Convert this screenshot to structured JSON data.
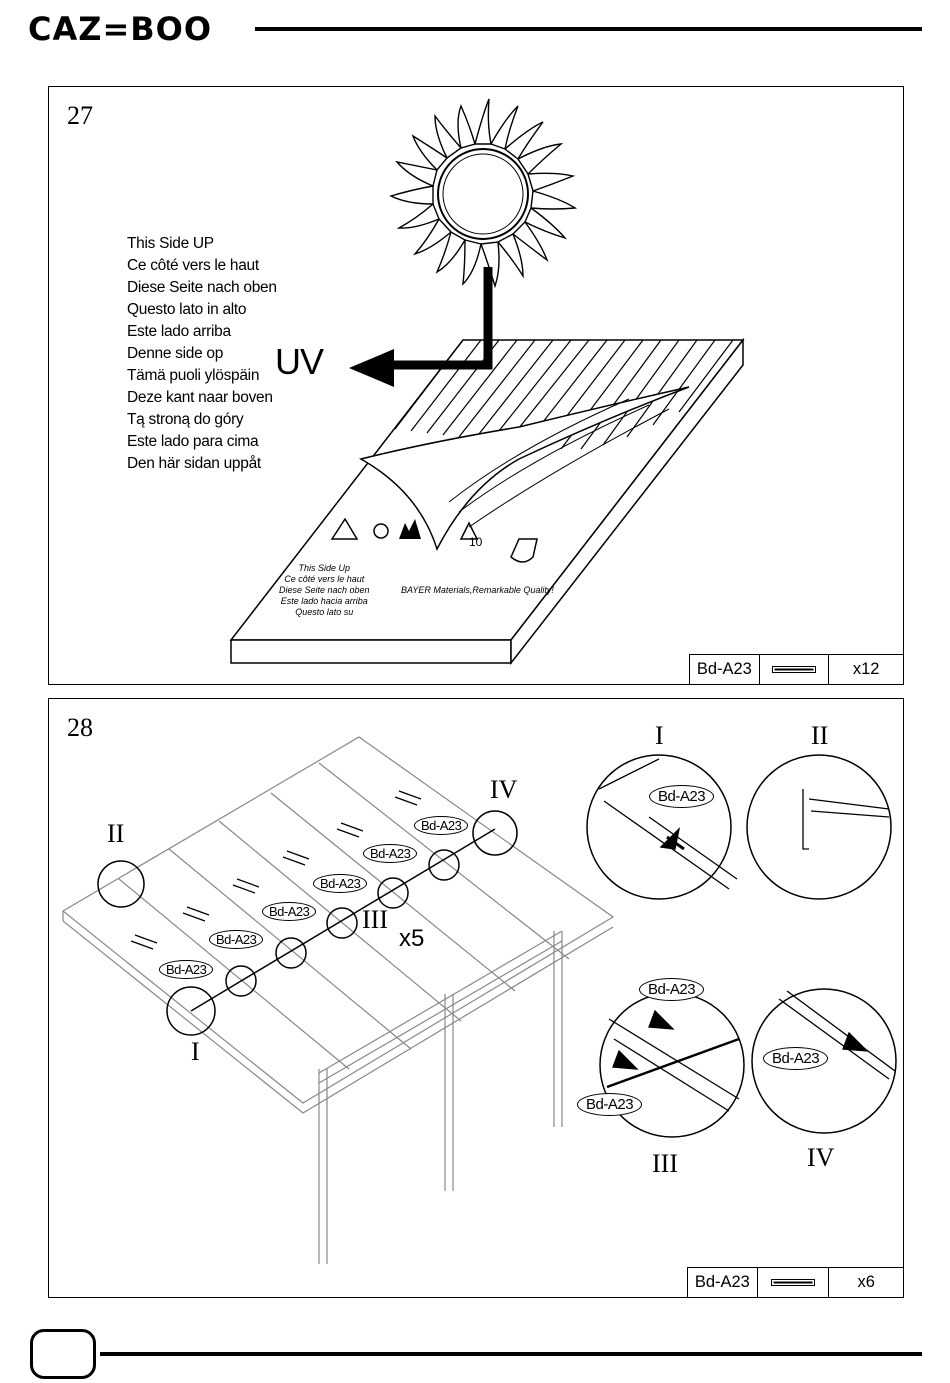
{
  "brand": {
    "logo_text": "CAZ=BOO"
  },
  "step27": {
    "number": "27",
    "languages": [
      "This Side UP",
      "Ce côté vers le haut",
      "Diese Seite nach oben",
      "Questo lato in alto",
      "Este lado arriba",
      "Denne side op",
      "Tämä puoli ylöspäin",
      "Deze kant naar boven",
      "Tą stroną do góry",
      "Este lado para cima",
      "Den här sidan uppåt"
    ],
    "uv_label": "UV",
    "sheet_print": [
      "This Side Up",
      "Ce côté vers le haut",
      "Diese Seite nach oben",
      "Este lado hacia arriba",
      "Questo lato su"
    ],
    "sheet_brand": "BAYER Materials,Remarkable Quality!",
    "warranty_badge": "10",
    "part": {
      "code": "Bd-A23",
      "qty": "x12"
    }
  },
  "step28": {
    "number": "28",
    "callouts": [
      "I",
      "II",
      "III",
      "IV"
    ],
    "repeat": "x5",
    "pill_label": "Bd-A23",
    "detail_labels": [
      "I",
      "II",
      "III",
      "IV"
    ],
    "part": {
      "code": "Bd-A23",
      "qty": "x6"
    }
  }
}
